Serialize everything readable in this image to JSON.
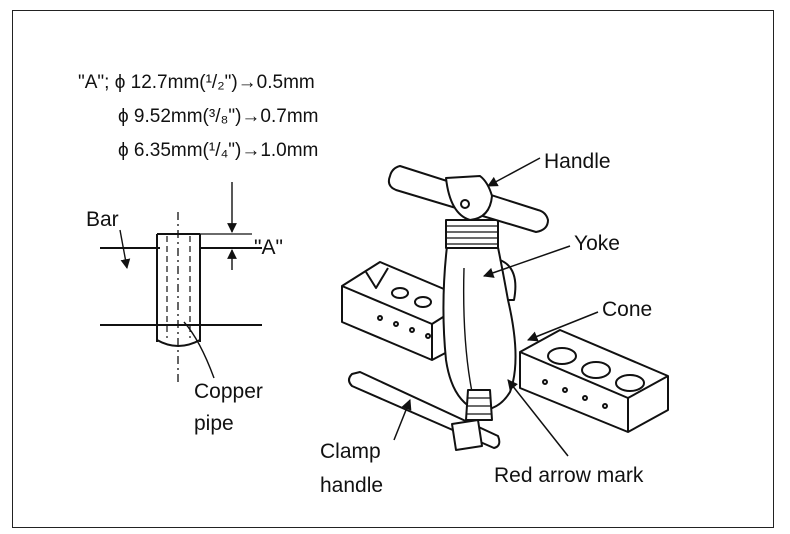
{
  "specs": {
    "line1": "\"A\"; ϕ 12.7mm(¹/₂\")→0.5mm",
    "line2": "ϕ 9.52mm(³/₈\")→0.7mm",
    "line3": "ϕ 6.35mm(¹/₄\")→1.0mm"
  },
  "labels": {
    "bar": "Bar",
    "a_dim": "\"A\"",
    "copper_pipe_1": "Copper",
    "copper_pipe_2": "pipe",
    "handle": "Handle",
    "yoke": "Yoke",
    "cone": "Cone",
    "clamp_handle_1": "Clamp",
    "clamp_handle_2": "handle",
    "red_arrow_mark": "Red arrow mark"
  }
}
